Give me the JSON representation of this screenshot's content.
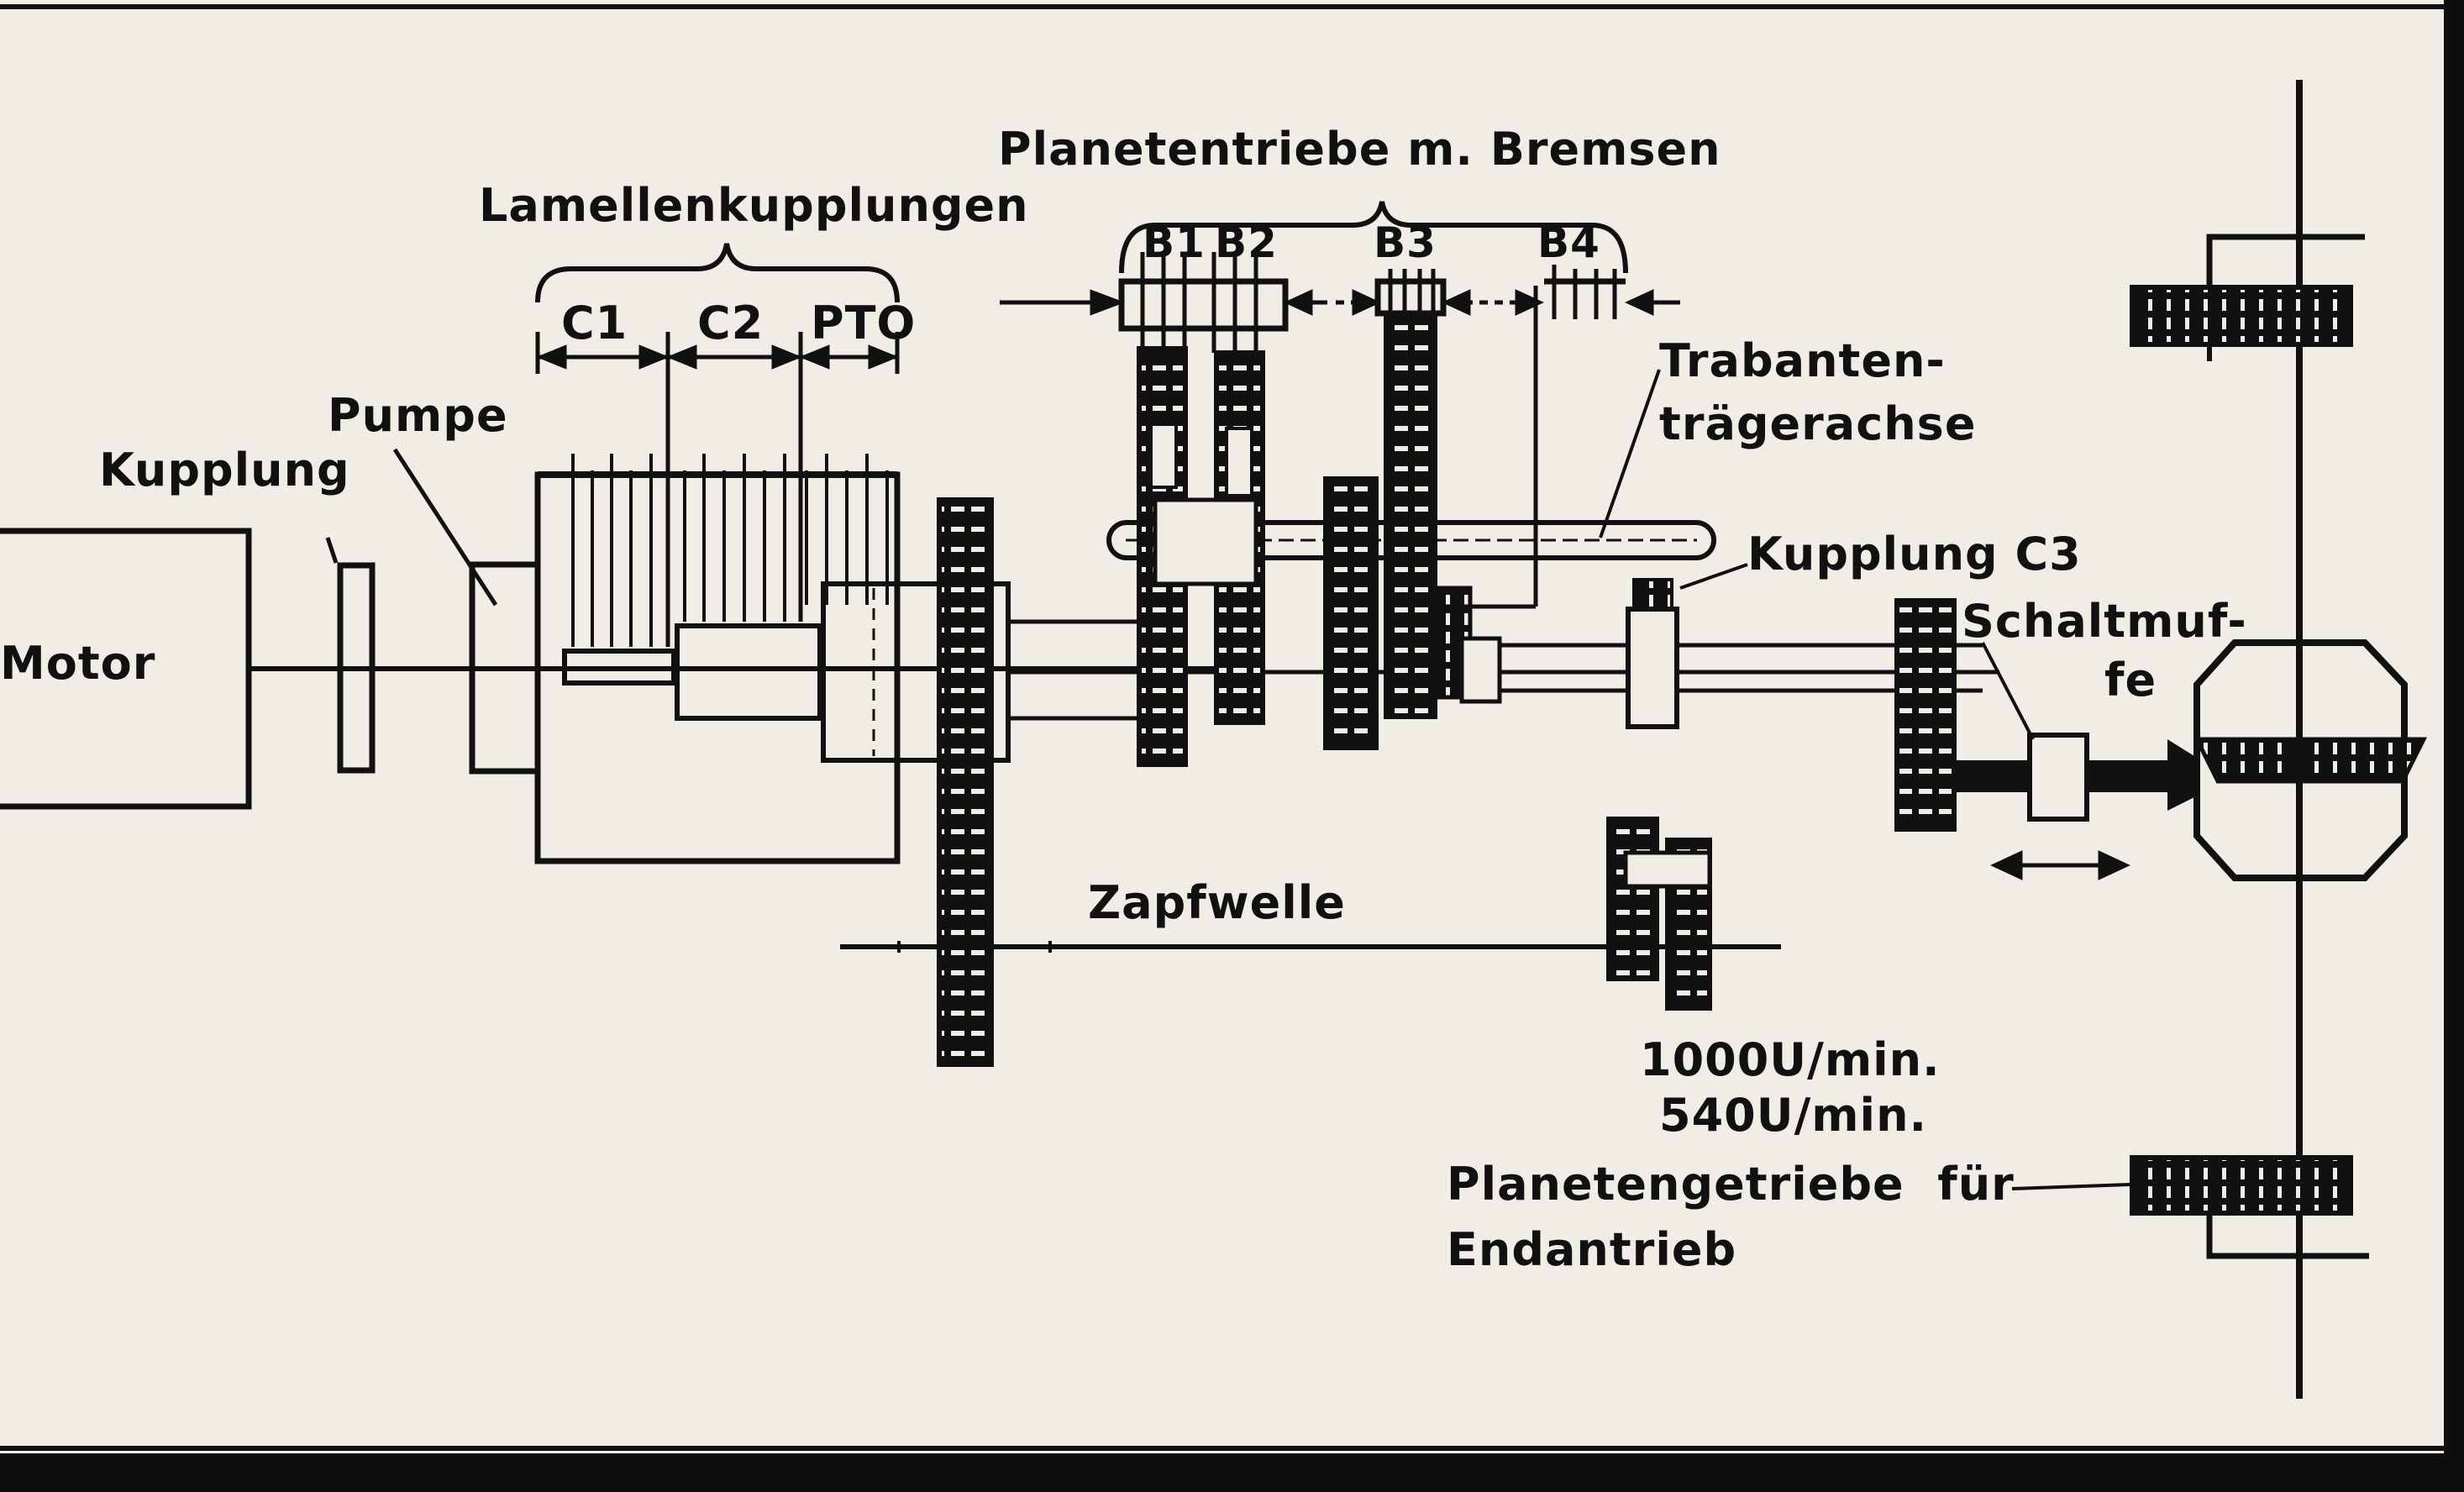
{
  "labels": {
    "motor": "Motor",
    "kupplung": "Kupplung",
    "pumpe": "Pumpe",
    "lamellenkupplungen": "Lamellenkupplungen",
    "c1": "C1",
    "c2": "C2",
    "pto": "PTO",
    "planetentriebe": "Planetentriebe m. Bremsen",
    "b1": "B1",
    "b2": "B2",
    "b3": "B3",
    "b4": "B4",
    "trabanten_line1": "Trabanten-",
    "trabanten_line2": "trägerachse",
    "kupplung_c3": "Kupplung C3",
    "schaltmuffe_line1": "Schaltmuf-",
    "schaltmuffe_line2": "fe",
    "zapfwelle": "Zapfwelle",
    "speed_1000": "1000U/min.",
    "speed_540": "540U/min.",
    "planetengetriebe_line1": "Planetengetriebe  für",
    "planetengetriebe_line2": "Endantrieb"
  },
  "colors": {
    "paper": "#efede6",
    "ink": "#111111",
    "frame": "#0d0d0d"
  }
}
